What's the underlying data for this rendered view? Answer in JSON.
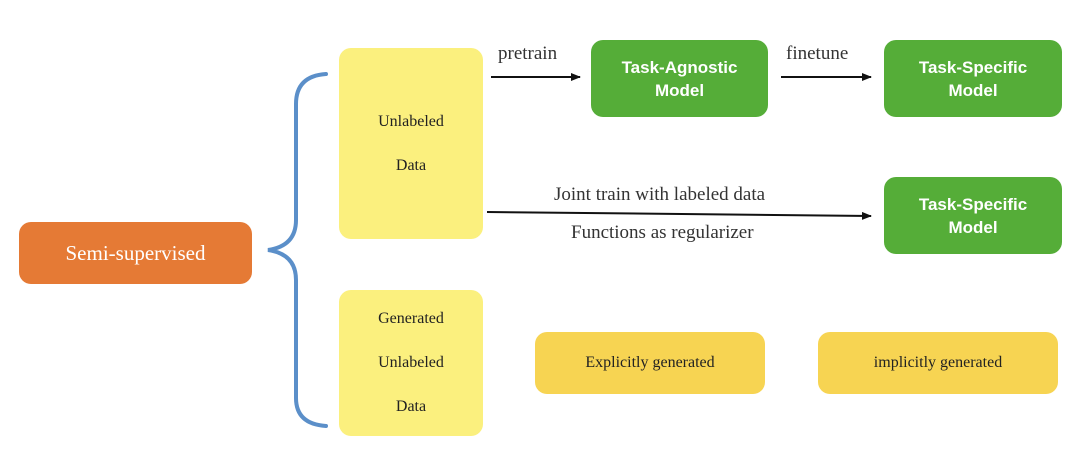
{
  "root": {
    "label": "Semi-supervised"
  },
  "unlabeled_data": {
    "line1": "Unlabeled",
    "line2": "Data"
  },
  "generated_data": {
    "line1": "Generated",
    "line2": "Unlabeled",
    "line3": "Data"
  },
  "task_agnostic": {
    "line1": "Task-Agnostic",
    "line2": "Model"
  },
  "task_specific_top": {
    "line1": "Task-Specific",
    "line2": "Model"
  },
  "task_specific_mid": {
    "line1": "Task-Specific",
    "line2": "Model"
  },
  "explicit": {
    "label": "Explicitly generated"
  },
  "implicit": {
    "label": "implicitly generated"
  },
  "edges": {
    "pretrain": "pretrain",
    "finetune": "finetune",
    "joint_train": "Joint train with labeled data",
    "regularizer": "Functions as regularizer"
  },
  "colors": {
    "root": "#e57a35",
    "data_boxes": "#fbf07e",
    "model_boxes": "#55ad38",
    "generated_boxes": "#f7d452",
    "brace": "#5b8fc9"
  }
}
